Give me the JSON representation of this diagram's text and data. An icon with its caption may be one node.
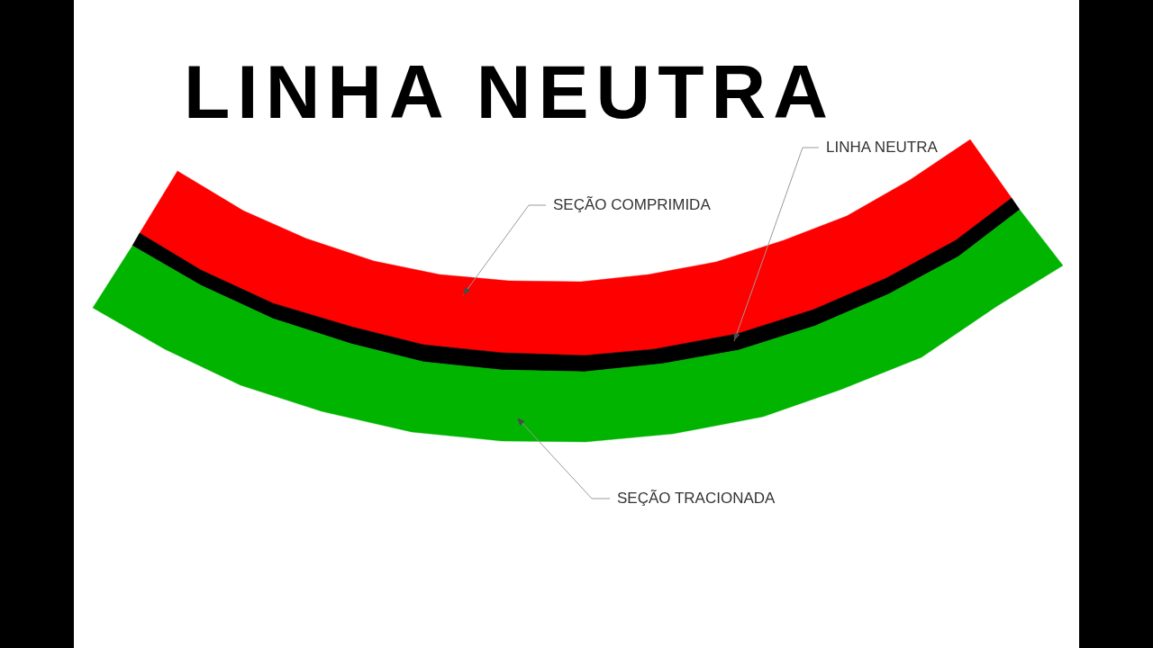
{
  "diagram": {
    "title": "LINHA NEUTRA",
    "nodes": [
      {
        "text": [
          "LINHA NEUTRA"
        ]
      },
      {
        "text": [
          "SEÇÃO COMPRIMIDA"
        ]
      },
      {
        "text": [],
        "shape": "band"
      },
      {
        "text": [],
        "shape": "line"
      },
      {
        "text": [],
        "shape": "band"
      },
      {
        "text": [
          "SEÇÃO TRACIONADA"
        ]
      }
    ],
    "edges": [
      {
        "from": 0,
        "to": 3,
        "arrow": "to"
      },
      {
        "from": 1,
        "to": 2,
        "arrow": "to"
      },
      {
        "from": 5,
        "to": 4,
        "arrow": "to"
      }
    ]
  }
}
